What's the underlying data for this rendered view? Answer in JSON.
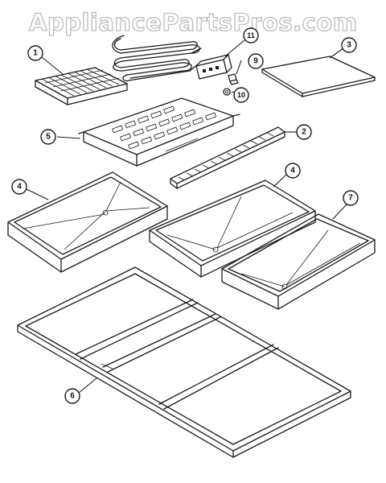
{
  "watermark": "AppliancePartsPros.com",
  "colors": {
    "line": "#1a1a1a",
    "watermark_outline": "#bdbdbd",
    "background": "#ffffff"
  },
  "callouts": [
    "1",
    "2",
    "3",
    "4",
    "4",
    "5",
    "6",
    "7",
    "9",
    "10",
    "11"
  ]
}
